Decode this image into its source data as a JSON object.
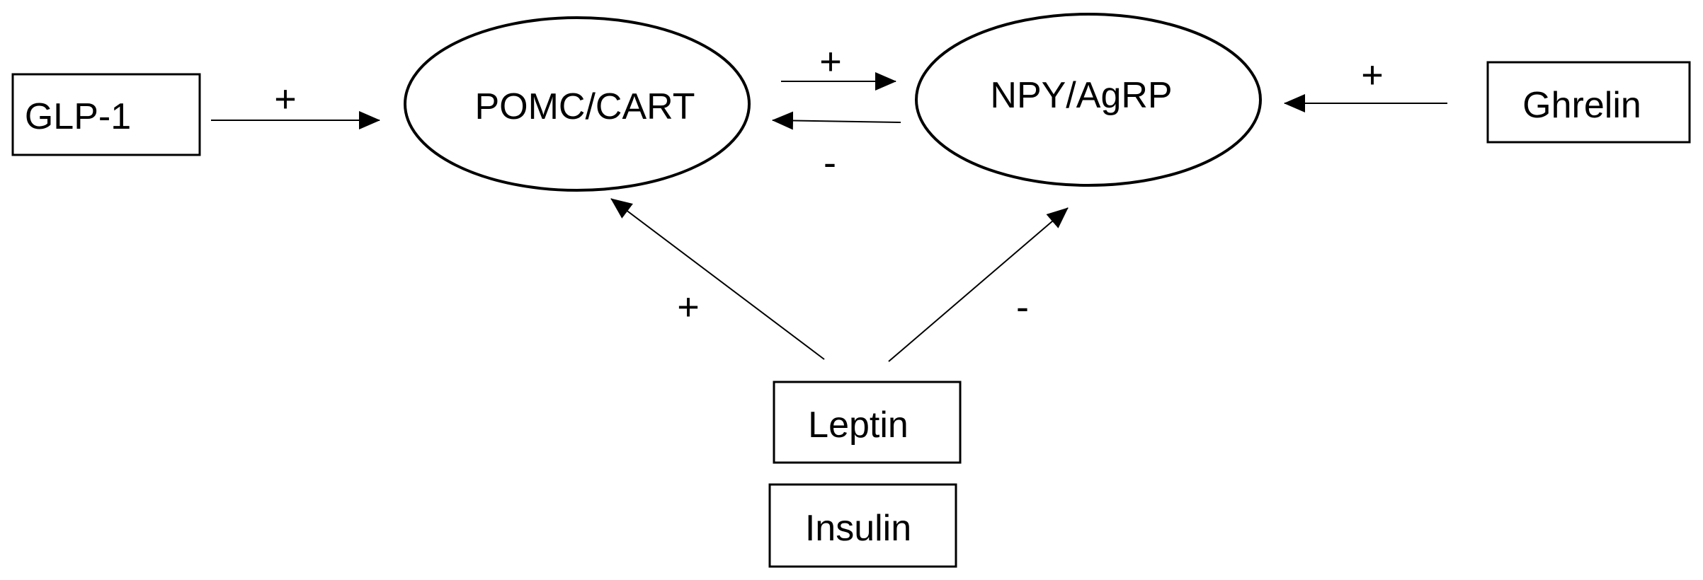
{
  "nodes": {
    "glp1": "GLP-1",
    "pomc": "POMC/CART",
    "npy": "NPY/AgRP",
    "ghrelin": "Ghrelin",
    "leptin": "Leptin",
    "insulin": "Insulin"
  },
  "edges": {
    "glp1_to_pomc": "+",
    "pomc_to_npy": "+",
    "npy_to_pomc": "-",
    "ghrelin_to_npy": "+",
    "leptin_to_pomc": "+",
    "leptin_to_npy": "-"
  },
  "colors": {
    "stroke": "#000000",
    "background": "#ffffff"
  }
}
